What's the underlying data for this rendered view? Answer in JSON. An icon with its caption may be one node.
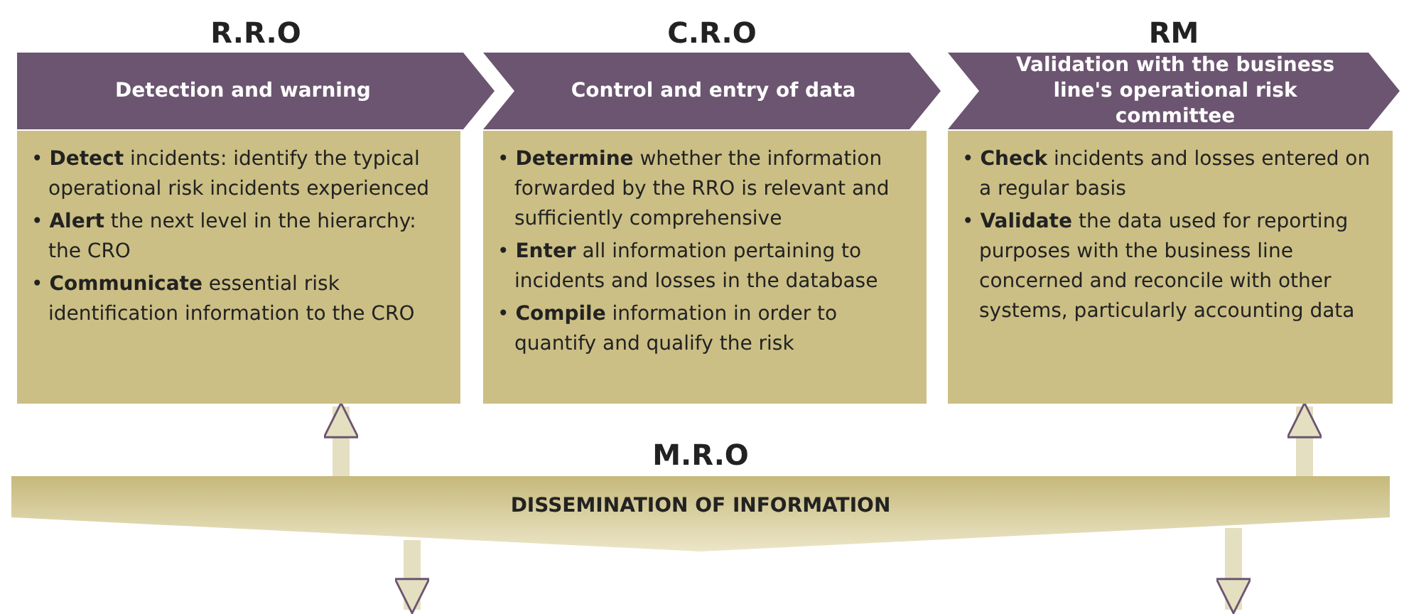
{
  "diagram": {
    "nodes": [
      {
        "text": [
          "R.R.O",
          "Detection and warning"
        ]
      },
      {
        "text": [
          "• **Detect** incidents: identify the typical operational risk incidents experienced",
          "• **Alert** the next level in the hierarchy: the CRO",
          "• **Communicate** essential risk identification information to the CRO"
        ]
      },
      {
        "text": [
          "C.R.O",
          "Control and entry of data"
        ]
      },
      {
        "text": [
          "• **Determine** whether the information forwarded by the RRO is relevant and sufficiently comprehensive",
          "• **Enter** all information pertaining to incidents and losses in the database",
          "• **Compile** information in order to quantify and qualify the risk"
        ]
      },
      {
        "text": [
          "RM",
          "Validation with the business line's operational risk committee"
        ]
      },
      {
        "text": [
          "• **Check** incidents and losses entered on a regular basis",
          "• **Validate** the data used for reporting purposes with the business line concerned and reconcile with other systems, particularly accounting data"
        ]
      },
      {
        "text": [
          "M.R.O",
          "DISSEMINATION OF INFORMATION"
        ]
      }
    ],
    "edges": [
      {
        "from": 6,
        "to": 1,
        "arrow": "to"
      },
      {
        "from": 6,
        "to": null,
        "arrow": "to"
      },
      {
        "from": 6,
        "to": 5,
        "arrow": "to"
      },
      {
        "from": 6,
        "to": null,
        "arrow": "to"
      }
    ]
  }
}
